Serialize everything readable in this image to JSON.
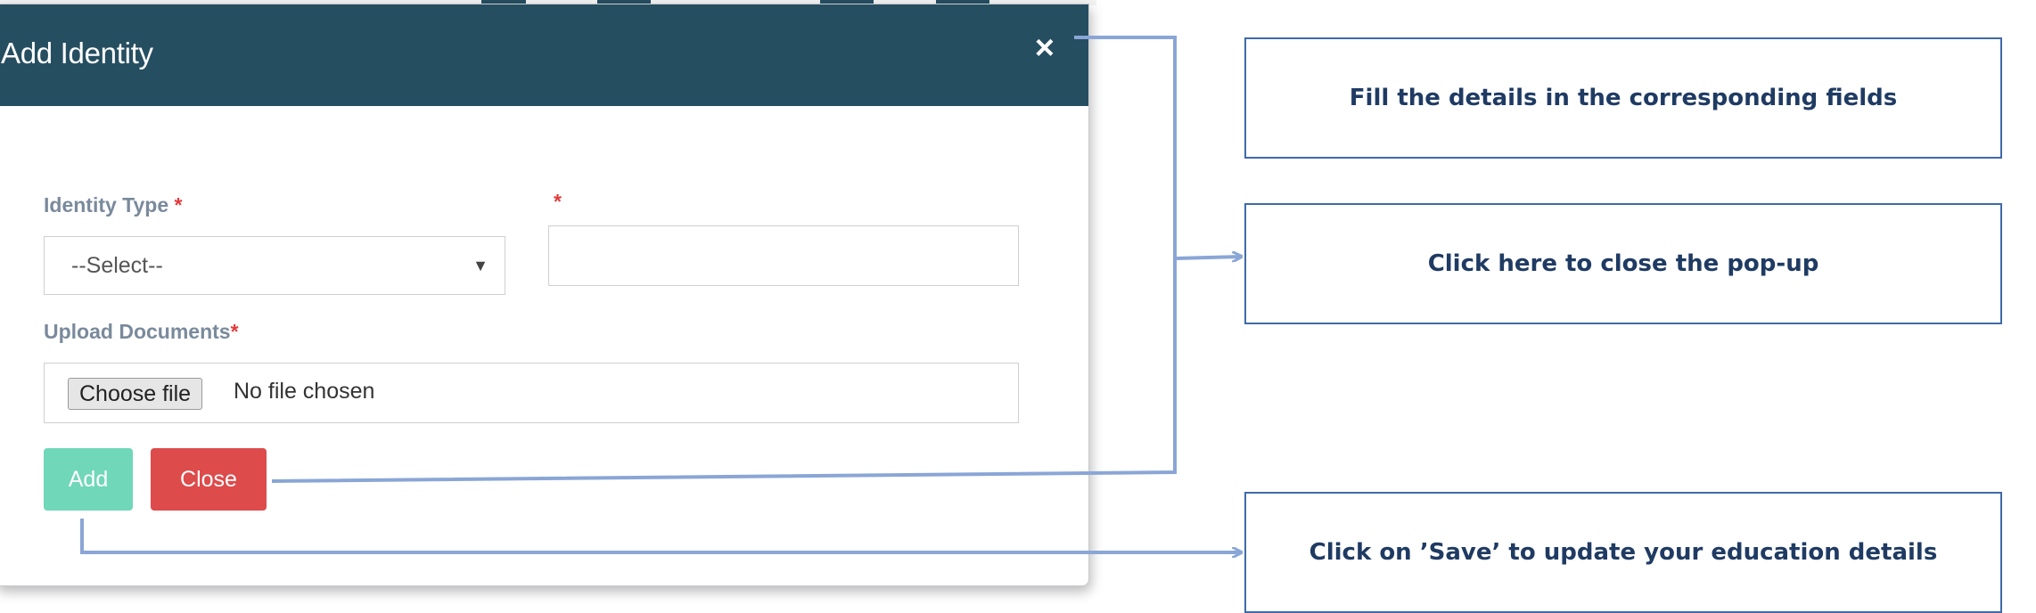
{
  "modal": {
    "title": "Add Identity",
    "close_icon": "×",
    "identity_type_label": "Identity Type",
    "required_mark": "*",
    "identity_select_value": "--Select--",
    "select_caret": "▼",
    "upload_label": "Upload Documents",
    "file_button": "Choose file",
    "file_status": "No file chosen",
    "add_button": "Add",
    "close_button": "Close"
  },
  "annotations": {
    "fill_details": "Fill the details in the corresponding  fields",
    "close_popup": "Click here to close the pop-up",
    "save_note": "Click on ’Save’ to update your education details"
  },
  "colors": {
    "header": "#264e61",
    "add": "#70d7b9",
    "close": "#dd4b4b",
    "annotation_border": "#3f6aa8",
    "connector": "#8aa6d6"
  }
}
